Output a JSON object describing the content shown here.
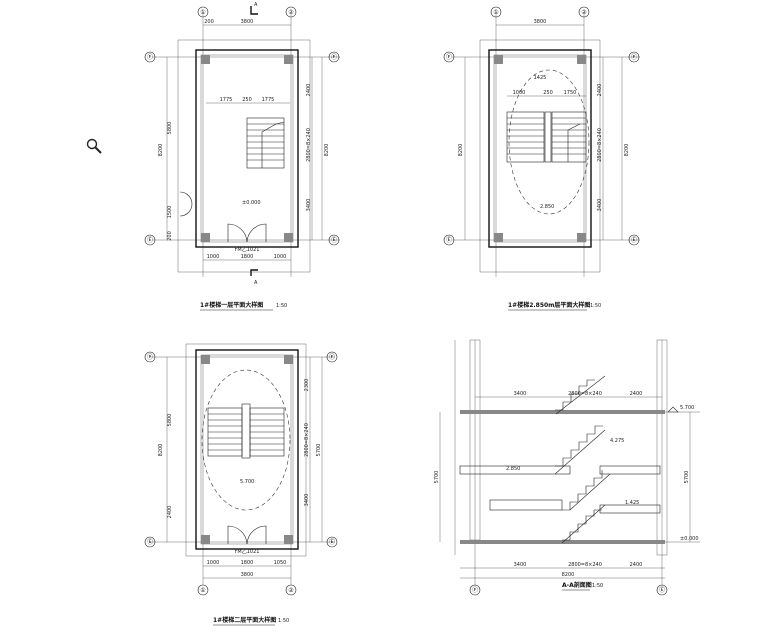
{
  "toolbar": {
    "zoom_icon": "magnifier-icon"
  },
  "plans": [
    {
      "id": "plan1",
      "title": "1#楼梯一层平面大样图",
      "scale": "1:50",
      "axes_top": [
        "①",
        "②"
      ],
      "axes_side": [
        "Ⓕ",
        "Ⓔ"
      ],
      "dims_top": [
        "3800",
        "200"
      ],
      "dims_side_left": [
        "5800",
        "8200",
        "1500",
        "200"
      ],
      "dims_side_right": [
        "2400",
        "2800=8×240",
        "3400",
        "8200"
      ],
      "dims_inner": [
        "1775",
        "250",
        "1775"
      ],
      "dims_bottom": [
        "1000",
        "1800",
        "1000"
      ],
      "level": "±0.000",
      "door": "FM乙1021",
      "cut": [
        "A",
        "A"
      ]
    },
    {
      "id": "plan2",
      "title": "1#楼梯2.850m层平面大样图",
      "scale": "1:50",
      "axes_top": [
        "①",
        "②"
      ],
      "axes_side": [
        "Ⓕ",
        "Ⓔ"
      ],
      "dims_top": [
        "3800"
      ],
      "dims_side_left": [
        "8200"
      ],
      "dims_side_right": [
        "2400",
        "2800=8×240",
        "3400",
        "8200"
      ],
      "dims_inner": [
        "1425",
        "1000",
        "250",
        "1750"
      ],
      "level": "2.850"
    },
    {
      "id": "plan3",
      "title": "1#楼梯二层平面大样图",
      "scale": "1:50",
      "axes_top": [
        "①",
        "②"
      ],
      "axes_side": [
        "Ⓕ",
        "Ⓔ"
      ],
      "dims_top": [
        "3800"
      ],
      "dims_side_left": [
        "5800",
        "8200",
        "2400"
      ],
      "dims_side_right": [
        "2300",
        "2800=8×240",
        "3400",
        "5700"
      ],
      "dims_bottom": [
        "1000",
        "1800",
        "1050"
      ],
      "level": "5.700",
      "door": "FM乙1021"
    }
  ],
  "section": {
    "title": "A-A剖面图",
    "scale": "1:50",
    "axes_bottom": [
      "Ⓕ",
      "Ⓔ"
    ],
    "dims_bottom": [
      "3400",
      "2800=8×240",
      "2400"
    ],
    "dims_total": [
      "8200"
    ],
    "levels": [
      "5.700",
      "4.275",
      "2.850",
      "1.425",
      "±0.000"
    ],
    "dims_left": [
      "5700"
    ],
    "dims_right": [
      "5700"
    ]
  }
}
